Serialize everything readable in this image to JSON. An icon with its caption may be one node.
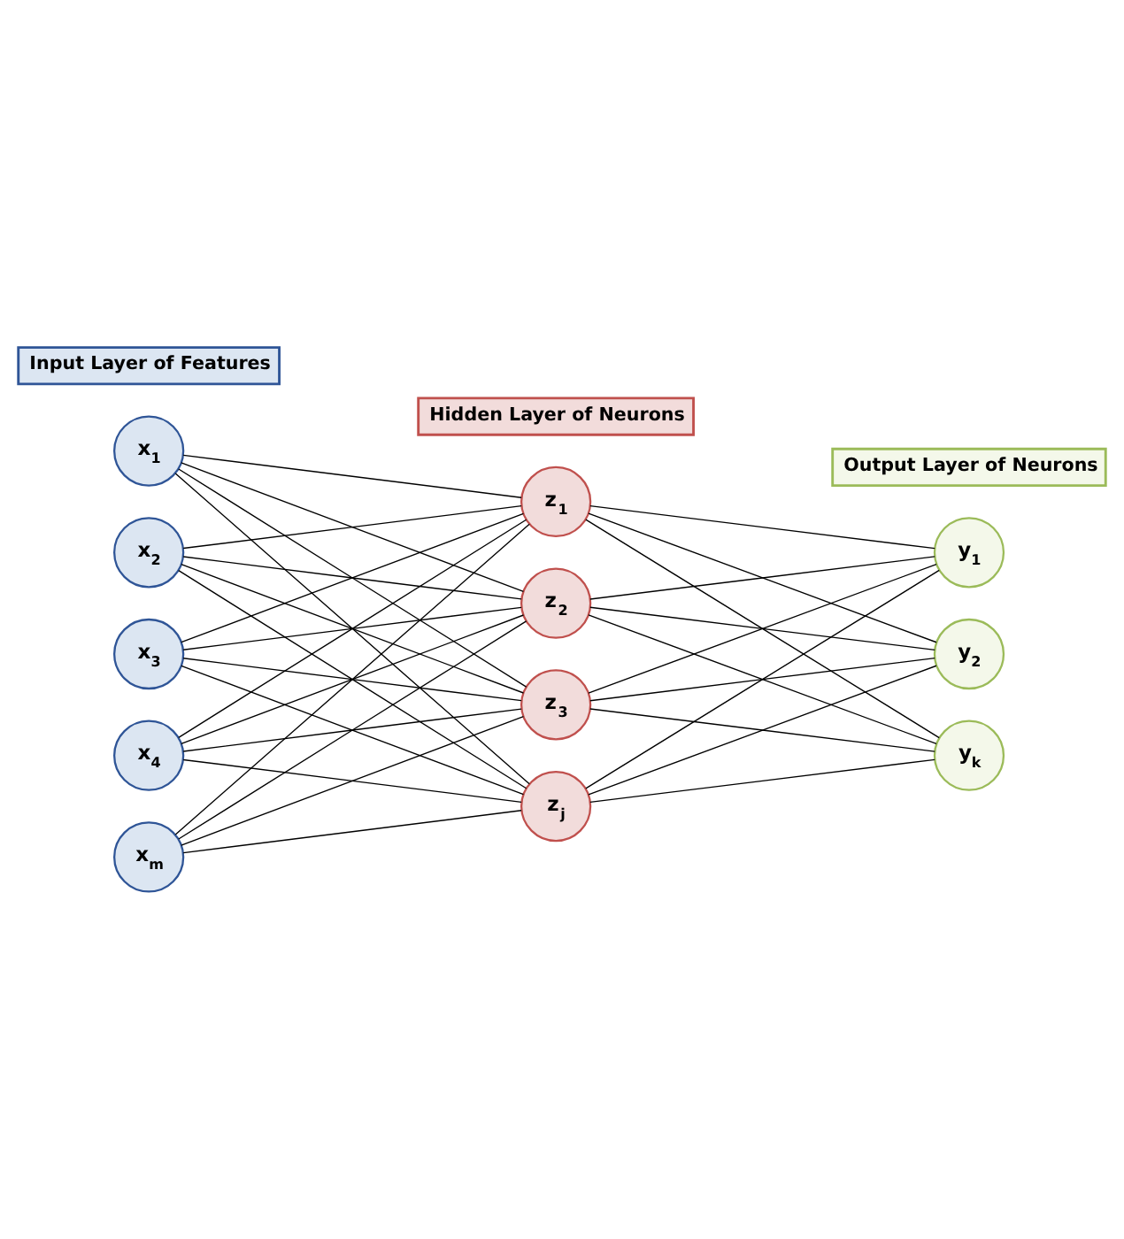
{
  "diagram": {
    "nodes": [
      {
        "text": [
          "Input Layer of Features"
        ]
      },
      {
        "text": [
          "Hidden Layer of Neurons"
        ]
      },
      {
        "text": [
          "Output Layer of Neurons"
        ]
      },
      {
        "text": [
          "x$_{1}$"
        ]
      },
      {
        "text": [
          "x$_{2}$"
        ]
      },
      {
        "text": [
          "x$_{3}$"
        ]
      },
      {
        "text": [
          "x$_{4}$"
        ]
      },
      {
        "text": [
          "x$_{m}$"
        ]
      },
      {
        "text": [
          "z$_{1}$"
        ]
      },
      {
        "text": [
          "z$_{2}$"
        ]
      },
      {
        "text": [
          "z$_{3}$"
        ]
      },
      {
        "text": [
          "z$_{j}$"
        ]
      },
      {
        "text": [
          "y$_{1}$"
        ]
      },
      {
        "text": [
          "y$_{2}$"
        ]
      },
      {
        "text": [
          "y$_{k}$"
        ]
      }
    ],
    "edges": [
      {
        "from": 3,
        "to": 8,
        "arrow": "none"
      },
      {
        "from": 3,
        "to": 9,
        "arrow": "none"
      },
      {
        "from": 3,
        "to": 10,
        "arrow": "none"
      },
      {
        "from": 3,
        "to": 11,
        "arrow": "none"
      },
      {
        "from": 4,
        "to": 8,
        "arrow": "none"
      },
      {
        "from": 4,
        "to": 9,
        "arrow": "none"
      },
      {
        "from": 4,
        "to": 10,
        "arrow": "none"
      },
      {
        "from": 4,
        "to": 11,
        "arrow": "none"
      },
      {
        "from": 5,
        "to": 8,
        "arrow": "none"
      },
      {
        "from": 5,
        "to": 9,
        "arrow": "none"
      },
      {
        "from": 5,
        "to": 10,
        "arrow": "none"
      },
      {
        "from": 5,
        "to": 11,
        "arrow": "none"
      },
      {
        "from": 6,
        "to": 8,
        "arrow": "none"
      },
      {
        "from": 6,
        "to": 9,
        "arrow": "none"
      },
      {
        "from": 6,
        "to": 10,
        "arrow": "none"
      },
      {
        "from": 6,
        "to": 11,
        "arrow": "none"
      },
      {
        "from": 7,
        "to": 8,
        "arrow": "none"
      },
      {
        "from": 7,
        "to": 9,
        "arrow": "none"
      },
      {
        "from": 7,
        "to": 10,
        "arrow": "none"
      },
      {
        "from": 7,
        "to": 11,
        "arrow": "none"
      },
      {
        "from": 8,
        "to": 12,
        "arrow": "none"
      },
      {
        "from": 8,
        "to": 13,
        "arrow": "none"
      },
      {
        "from": 8,
        "to": 14,
        "arrow": "none"
      },
      {
        "from": 9,
        "to": 12,
        "arrow": "none"
      },
      {
        "from": 9,
        "to": 13,
        "arrow": "none"
      },
      {
        "from": 9,
        "to": 14,
        "arrow": "none"
      },
      {
        "from": 10,
        "to": 12,
        "arrow": "none"
      },
      {
        "from": 10,
        "to": 13,
        "arrow": "none"
      },
      {
        "from": 10,
        "to": 14,
        "arrow": "none"
      },
      {
        "from": 11,
        "to": 12,
        "arrow": "none"
      },
      {
        "from": 11,
        "to": 13,
        "arrow": "none"
      },
      {
        "from": 11,
        "to": 14,
        "arrow": "none"
      }
    ]
  }
}
